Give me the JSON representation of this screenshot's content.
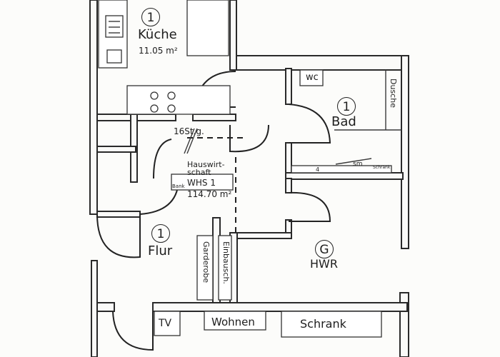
{
  "rooms": {
    "kueche": {
      "num": "1",
      "name": "Küche",
      "area": "11.05 m²"
    },
    "bad": {
      "num": "1",
      "name": "Bad"
    },
    "flur": {
      "num": "1",
      "name": "Flur"
    },
    "hwr": {
      "num": "G",
      "name": "HWR"
    },
    "wohnen": {
      "name": "Wohnen"
    }
  },
  "labels": {
    "stairs": "16St.g.",
    "hauswirtschaft": "Hauswirt-",
    "schaft": "schaft",
    "whs": "WHS 1",
    "whs_area": "114.70 m²",
    "bank": "Bank",
    "wc": "wc",
    "dusche": "Dusche",
    "garderobe": "Garderobe",
    "einbausch": "Einbausch.",
    "tv": "TV",
    "schrank": "Schrank",
    "sm": "sm",
    "schrank_small": "Schrank",
    "four": "4"
  },
  "colors": {
    "line": "#2a2a2a",
    "paper": "#fcfcfa"
  }
}
